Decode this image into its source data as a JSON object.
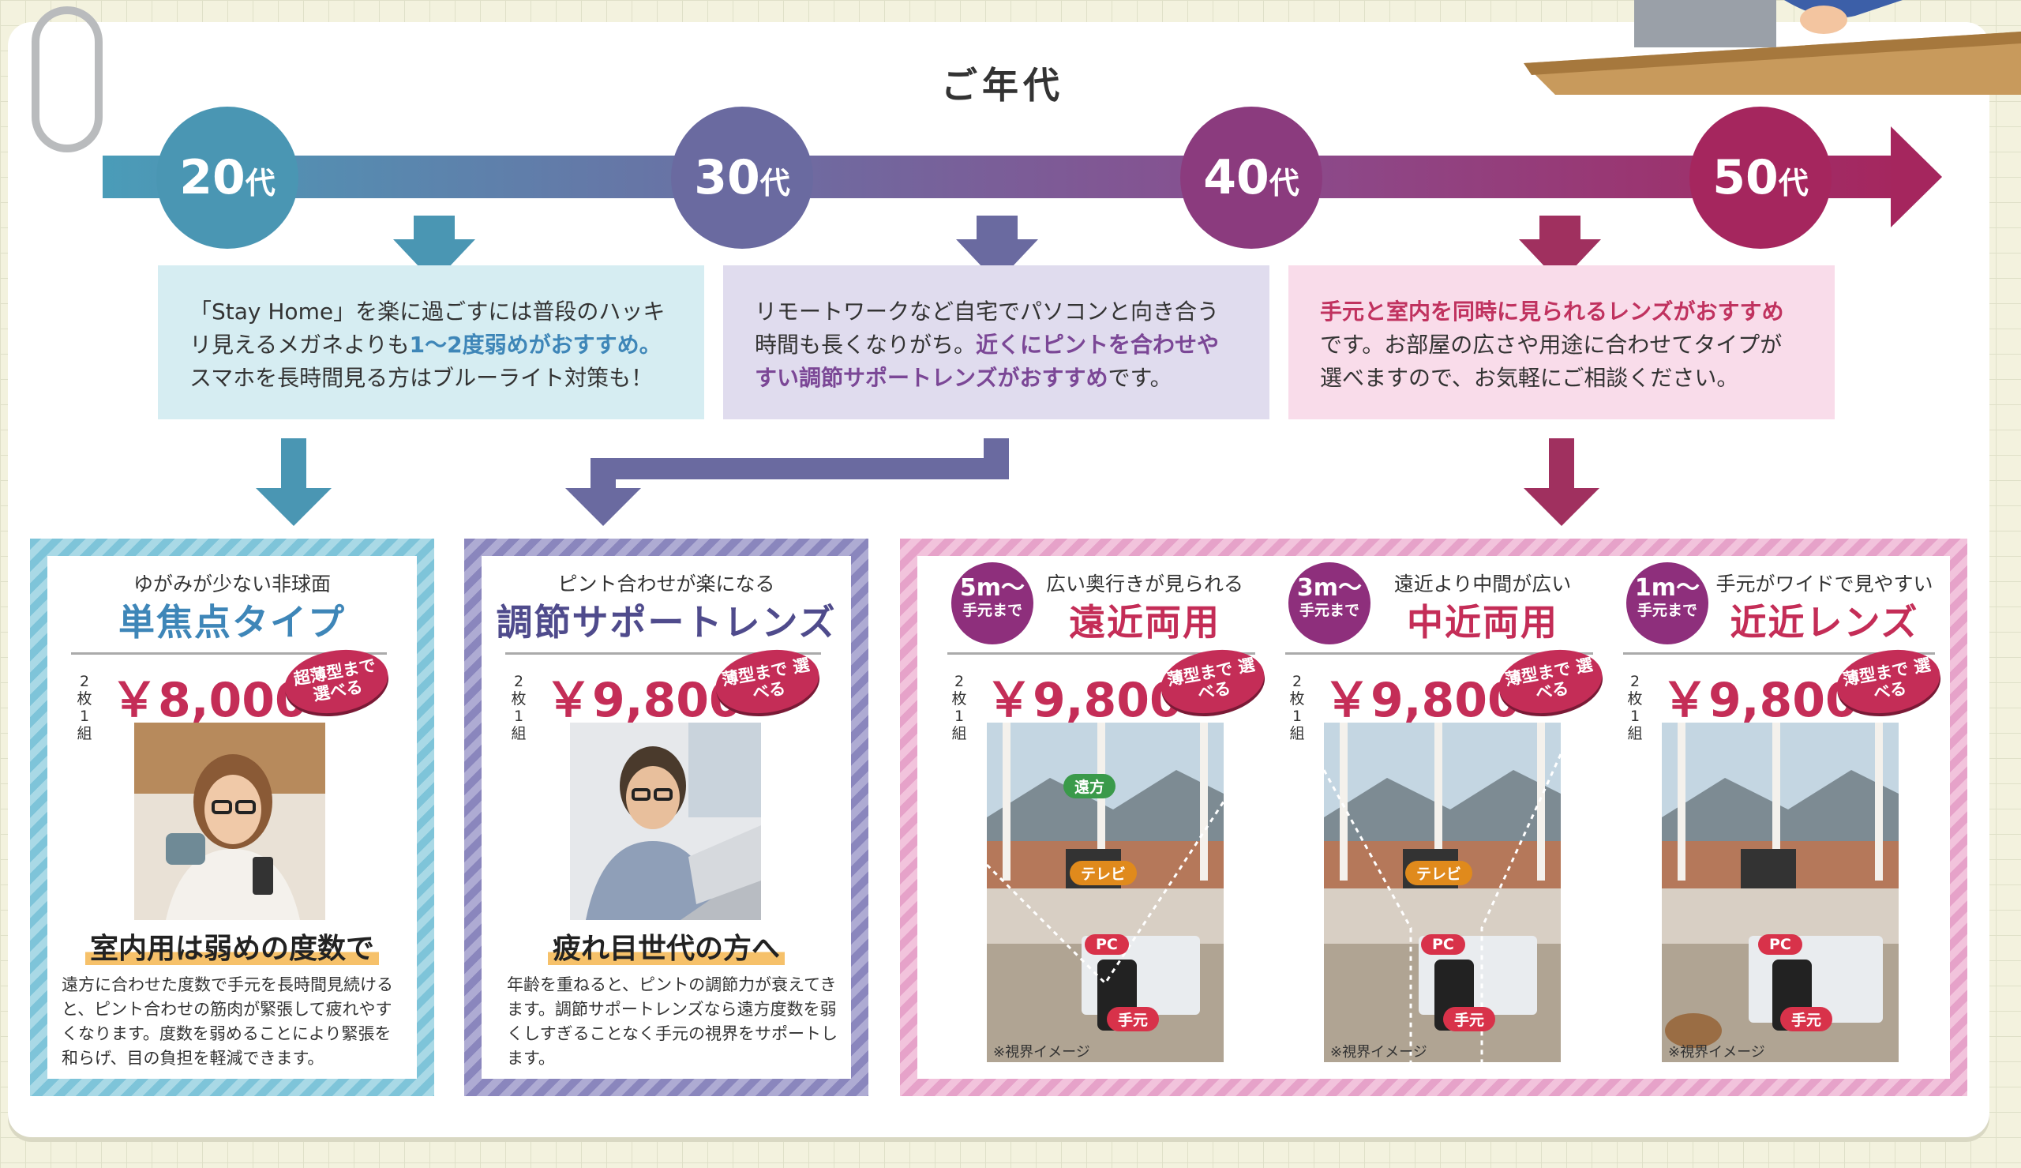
{
  "header": {
    "title": "ご年代"
  },
  "timeline": {
    "ages": [
      {
        "num": "20",
        "unit": "代",
        "color": "#4a96b3"
      },
      {
        "num": "30",
        "unit": "代",
        "color": "#6a6aa0"
      },
      {
        "num": "40",
        "unit": "代",
        "color": "#8b3b7e"
      },
      {
        "num": "50",
        "unit": "代",
        "color": "#a5265e"
      }
    ]
  },
  "descriptions": [
    {
      "part1": "「Stay Home」を楽に過ごすには普段のハッキリ見えるメガネよりも",
      "highlight": "1～2度弱めがおすすめ。",
      "part2": "スマホを長時間見る方はブルーライト対策も！",
      "bg": "#d6edf2",
      "hl_color": "#3e86b8"
    },
    {
      "part1": "リモートワークなど自宅でパソコンと向き合う時間も長くなりがち。",
      "highlight": "近くにピントを合わせやすい調節サポートレンズがおすすめ",
      "part2": "です。",
      "bg": "#e0dcee",
      "hl_color": "#7b4796"
    },
    {
      "part1": "",
      "highlight": "手元と室内を同時に見られるレンズがおすすめ",
      "part2": "です。お部屋の広さや用途に合わせてタイプが選べますので、お気軽にご相談ください。",
      "bg": "#f9dcea",
      "hl_color": "#c0325f"
    }
  ],
  "cards": [
    {
      "subtitle": "ゆがみが少ない非球面",
      "name": "単焦点タイプ",
      "maisu": "2枚 1組",
      "price": "￥8,000",
      "badge": "超薄型まで 選べる",
      "tagline": "室内用は弱めの度数で",
      "body": "遠方に合わせた度数で手元を長時間見続けると、ピント合わせの筋肉が緊張して疲れやすくなります。度数を弱めることにより緊張を和らげ、目の負担を軽減できます。",
      "name_color": "#3e86b8"
    },
    {
      "subtitle": "ピント合わせが楽になる",
      "name": "調節サポートレンズ",
      "maisu": "2枚 1組",
      "price": "￥9,800",
      "badge": "薄型まで 選べる",
      "tagline": "疲れ目世代の方へ",
      "body": "年齢を重ねると、ピントの調節力が衰えてきます。調節サポートレンズなら遠方度数を弱くしすぎることなく手元の視界をサポートします。",
      "name_color": "#4f4b8c"
    }
  ],
  "multifocal": [
    {
      "dist": "5m～",
      "dist_sub": "手元まで",
      "subtitle": "広い奥行きが見られる",
      "name": "遠近両用",
      "maisu": "2枚 1組",
      "price": "￥9,800",
      "badge": "薄型まで 選べる",
      "tags": [
        "遠方",
        "テレビ",
        "PC",
        "手元"
      ],
      "note": "※視界イメージ"
    },
    {
      "dist": "3m～",
      "dist_sub": "手元まで",
      "subtitle": "遠近より中間が広い",
      "name": "中近両用",
      "maisu": "2枚 1組",
      "price": "￥9,800",
      "badge": "薄型まで 選べる",
      "tags": [
        "テレビ",
        "PC",
        "手元"
      ],
      "note": "※視界イメージ"
    },
    {
      "dist": "1m～",
      "dist_sub": "手元まで",
      "subtitle": "手元がワイドで見やすい",
      "name": "近近レンズ",
      "maisu": "2枚 1組",
      "price": "￥9,800",
      "badge": "薄型まで 選べる",
      "tags": [
        "PC",
        "手元"
      ],
      "note": "※視界イメージ"
    }
  ],
  "colors": {
    "price": "#c42d57",
    "name_multi": "#c42d57",
    "tag_far": "#3a9a4a",
    "tag_tv": "#e08a1c",
    "tag_near": "#d8324a"
  }
}
